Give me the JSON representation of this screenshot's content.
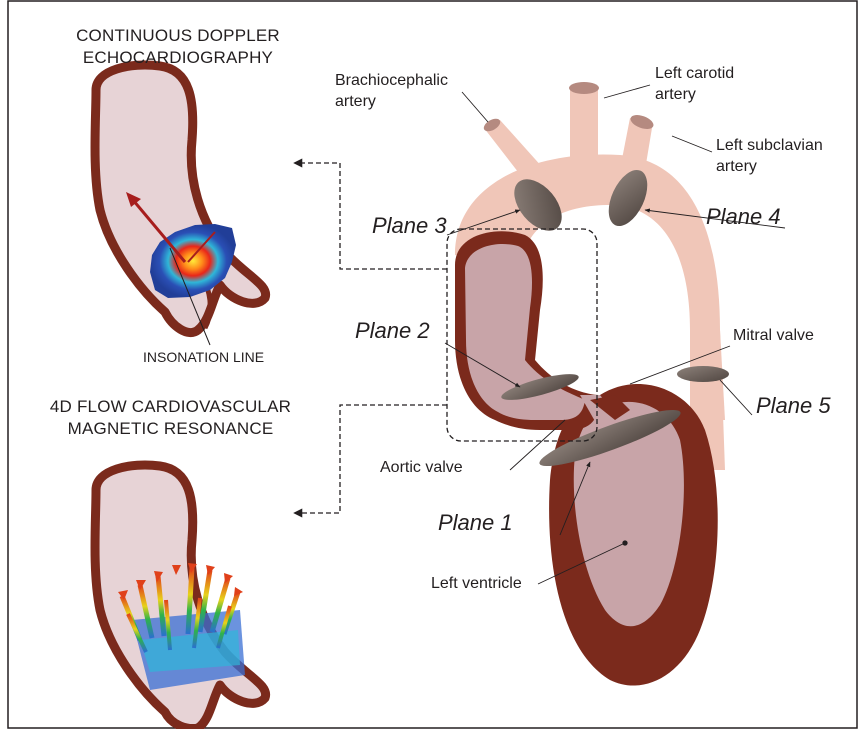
{
  "left_panel": {
    "top_title": "CONTINUOUS DOPPLER\nECHOCARDIOGRAPHY",
    "insonation_label": "INSONATION LINE",
    "bottom_title": "4D FLOW CARDIOVASCULAR\nMAGNETIC RESONANCE"
  },
  "heart_labels": {
    "brachiocephalic": "Brachiocephalic\nartery",
    "left_carotid": "Left carotid\nartery",
    "left_subclavian": "Left subclavian\nartery",
    "mitral_valve": "Mitral valve",
    "aortic_valve": "Aortic valve",
    "left_ventricle": "Left ventricle"
  },
  "planes": {
    "plane1": "Plane 1",
    "plane2": "Plane 2",
    "plane3": "Plane 3",
    "plane4": "Plane 4",
    "plane5": "Plane 5"
  },
  "colors": {
    "myocardium": "#7b2a1c",
    "chamber": "#c8a4a8",
    "aorta": "#f0c6b8",
    "plane_disc": "#6a5e58",
    "doppler_blue": "#2a4fb5",
    "doppler_red": "#e02a1a"
  },
  "icons": [
    "doppler-velocity-arrow-icon",
    "4d-flow-vector-field-icon"
  ]
}
